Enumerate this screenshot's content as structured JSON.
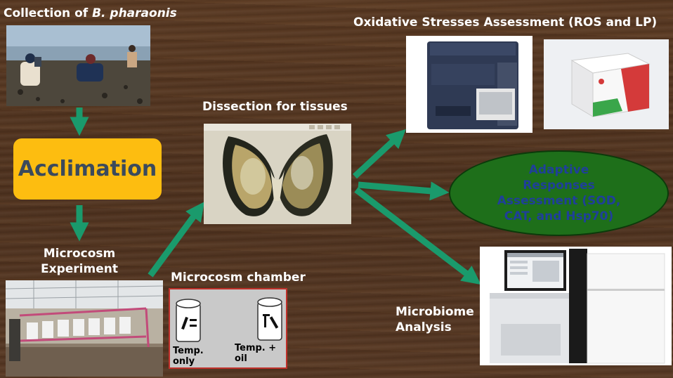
{
  "collection": {
    "prefix": "Collection of ",
    "species": "B. pharaonis"
  },
  "acclimation": "Acclimation",
  "microcosm_experiment": [
    "Microcosm",
    "Experiment"
  ],
  "microcosm_chamber": {
    "title": "Microcosm chamber",
    "left_label": [
      "Temp.",
      "only"
    ],
    "right_label": [
      "Temp. +",
      "oil"
    ]
  },
  "dissection": "Dissection for tissues",
  "oxidative": "Oxidative Stresses Assessment (ROS and LP)",
  "adaptive": [
    "Adaptive",
    "Responses",
    "Assessment (SOD,",
    "CAT, and Hsp70)"
  ],
  "microbiome": [
    "Microbiome",
    "Analysis"
  ],
  "kit_box_text": "",
  "sequencer_screen_title": "",
  "colors": {
    "arrow": "#1a9a6c",
    "acclimation_bg": "#fdbd10",
    "acclimation_text": "#3b4a5c",
    "ellipse_bg": "#1e6f1a",
    "ellipse_text": "#1f3f9a",
    "chamber_border": "#c0302a"
  }
}
